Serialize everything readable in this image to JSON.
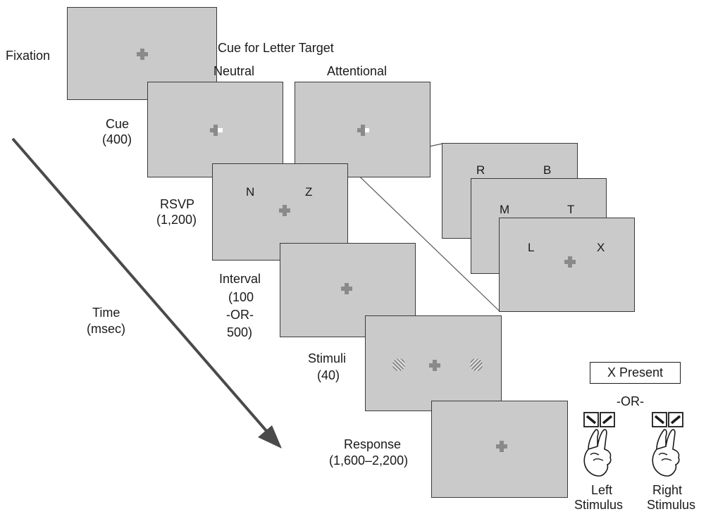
{
  "labels": {
    "fixation": "Fixation",
    "cue_for_letter_target": "Cue for Letter Target",
    "neutral": "Neutral",
    "attentional": "Attentional",
    "cue": "Cue",
    "cue_duration": "(400)",
    "rsvp": "RSVP",
    "rsvp_duration": "(1,200)",
    "interval": "Interval",
    "interval_line1": "(100",
    "interval_line2": "-OR-",
    "interval_line3": "500)",
    "time": "Time",
    "time_unit": "(msec)",
    "stimuli": "Stimuli",
    "stimuli_duration": "(40)",
    "response": "Response",
    "response_duration": "(1,600–2,200)",
    "x_present": "X Present",
    "or": "-OR-",
    "left_stimulus_1": "Left",
    "left_stimulus_2": "Stimulus",
    "right_stimulus_1": "Right",
    "right_stimulus_2": "Stimulus"
  },
  "rsvp_letters": {
    "main_left": "N",
    "main_right": "Z",
    "frame1_left": "R",
    "frame1_right": "B",
    "frame2_left": "M",
    "frame2_right": "T",
    "frame3_left": "L",
    "frame3_right": "X"
  },
  "colors": {
    "screen": "#cacaca",
    "fixation_cross": "#8a8a8a",
    "arrow": "#4a4a4a"
  }
}
